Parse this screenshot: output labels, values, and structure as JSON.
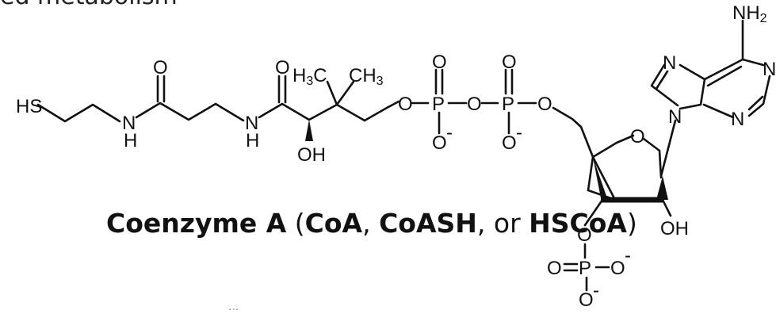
{
  "header": {
    "text": "ed metabolism"
  },
  "atoms": {
    "hs": "HS",
    "nh2": "NH",
    "nh2_sub": "2",
    "n_amide1": "N",
    "h_amide1": "H",
    "n_amide2": "N",
    "h_amide2": "H",
    "o1": "O",
    "o2": "O",
    "oh1": "OH",
    "ch3a": "H",
    "ch3a_sub": "3",
    "ch3a_c": "C",
    "ch3b": "CH",
    "ch3b_sub": "3",
    "o_link1": "O",
    "p1": "P",
    "o_p1_top": "O",
    "o_p1_bottom": "O",
    "o_p1_charge": "-",
    "o_link2": "O",
    "p2": "P",
    "o_p2_top": "O",
    "o_p2_bottom": "O",
    "o_p2_charge": "-",
    "o_link3": "O",
    "n7": "N",
    "n1": "N",
    "n9": "N",
    "n3": "N",
    "o_ring": "O",
    "oh2": "OH",
    "o_link4": "O",
    "p3": "P",
    "o_p3_left": "O",
    "o_p3_right": "O",
    "o_p3_right_charge": "-",
    "o_p3_bottom": "O",
    "o_p3_bottom_charge": "-"
  },
  "caption": {
    "part1": "Coenzyme A",
    "part2": " (",
    "part3": "CoA",
    "part4": ", ",
    "part5": "CoASH",
    "part6": ", or ",
    "part7": "HSCoA",
    "part8": ")"
  },
  "footer": {
    "fragment": "..."
  }
}
